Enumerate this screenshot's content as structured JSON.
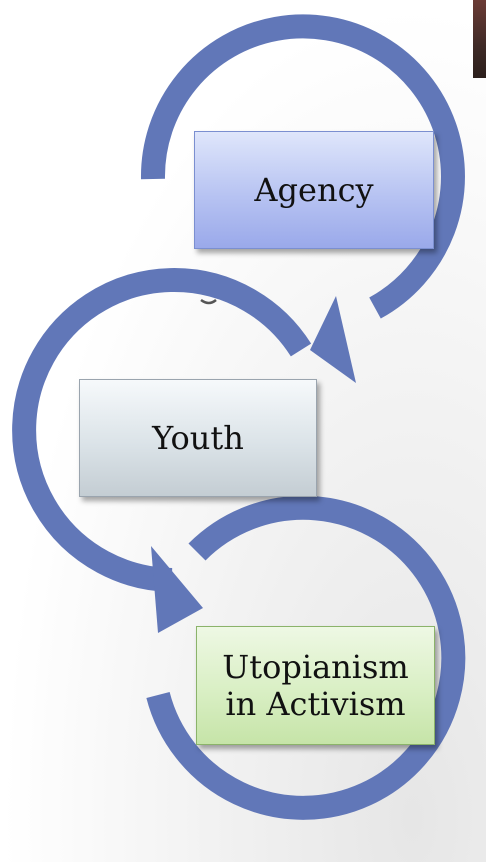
{
  "nodes": [
    {
      "label": "Agency",
      "color": "#b7c3f2"
    },
    {
      "label": "Youth",
      "color": "#dbe3e8"
    },
    {
      "lines": [
        "Utopianism",
        "in Activism"
      ],
      "color": "#d9efc4"
    }
  ],
  "arrow_color": "#6177b8"
}
